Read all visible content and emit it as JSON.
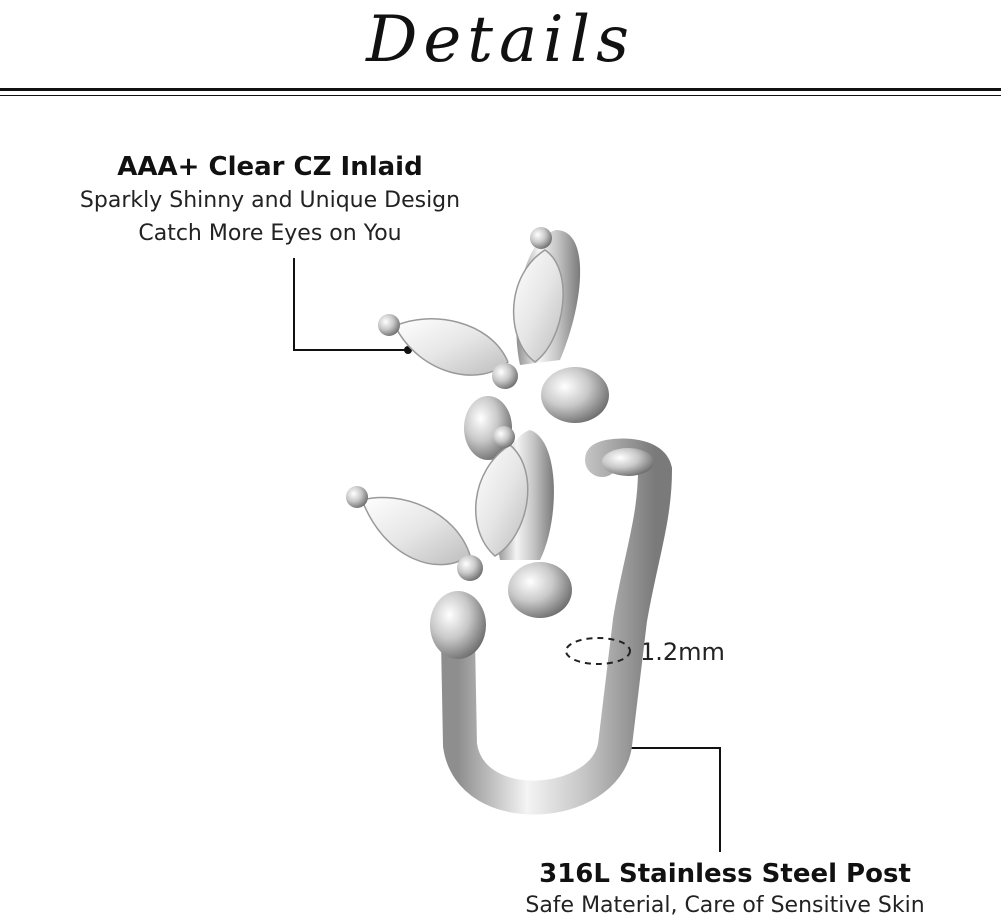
{
  "title": "Details",
  "callout_top": {
    "heading": "AAA+ Clear CZ Inlaid",
    "line1": "Sparkly Shinny and Unique Design",
    "line2": "Catch More Eyes on You"
  },
  "callout_bottom": {
    "heading": "316L Stainless Steel Post",
    "line1": "Safe Material, Care of Sensitive Skin"
  },
  "measurement": "1.2mm",
  "colors": {
    "text": "#111111",
    "metal": "#c8c8c8",
    "background": "#ffffff"
  }
}
